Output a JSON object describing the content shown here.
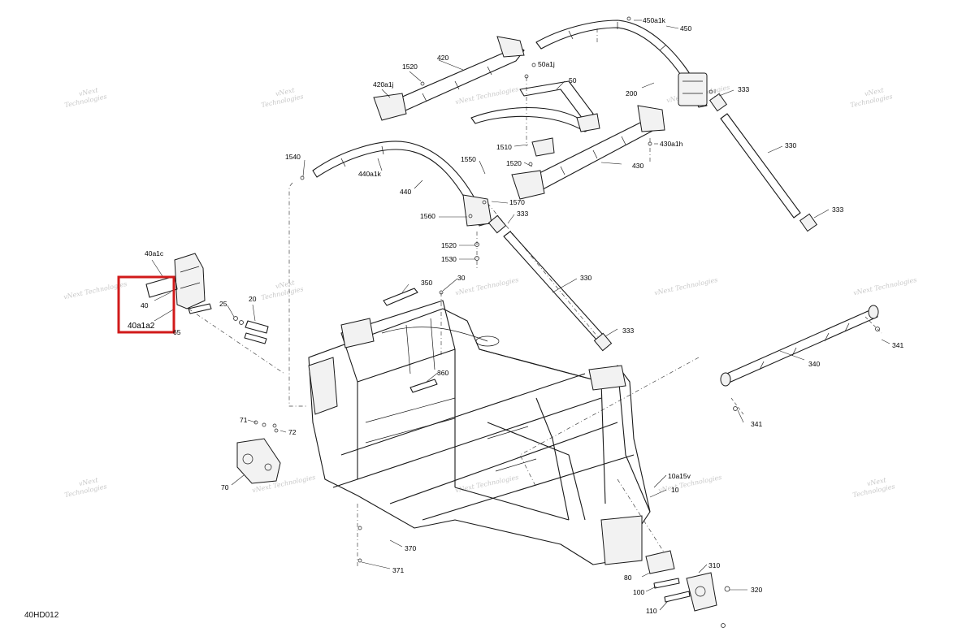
{
  "diagram": {
    "id_label": "40HD012",
    "highlight_color": "#d11a1a",
    "watermark": [
      "vNext",
      "Technologies",
      "vNext Technologies"
    ],
    "callouts": {
      "c450a1k": "450a1k",
      "c450": "450",
      "c420": "420",
      "c1520a": "1520",
      "c50a1j": "50a1j",
      "c420a1j": "420a1j",
      "c50": "50",
      "c200": "200",
      "c333a": "333",
      "c430a1h": "430a1h",
      "c1510": "1510",
      "c1520b": "1520",
      "c430": "430",
      "c330a": "330",
      "c1540": "1540",
      "c440a1k": "440a1k",
      "c1550": "1550",
      "c440": "440",
      "c1570": "1570",
      "c333b": "333",
      "c333c": "333",
      "c1560": "1560",
      "c1520c": "1520",
      "c1530": "1530",
      "c40a1c": "40a1c",
      "c350": "350",
      "c30": "30",
      "c330b": "330",
      "c40": "40",
      "c40a1a2": "40a1a2",
      "c25": "25",
      "c20": "20",
      "c65": "65",
      "c333d": "333",
      "c341a": "341",
      "c340": "340",
      "c360": "360",
      "c341b": "341",
      "c71": "71",
      "c72": "72",
      "c70": "70",
      "c10a15v": "10a15v",
      "c10": "10",
      "c370": "370",
      "c371": "371",
      "c310": "310",
      "c80": "80",
      "c100": "100",
      "c320": "320",
      "c110": "110"
    }
  }
}
